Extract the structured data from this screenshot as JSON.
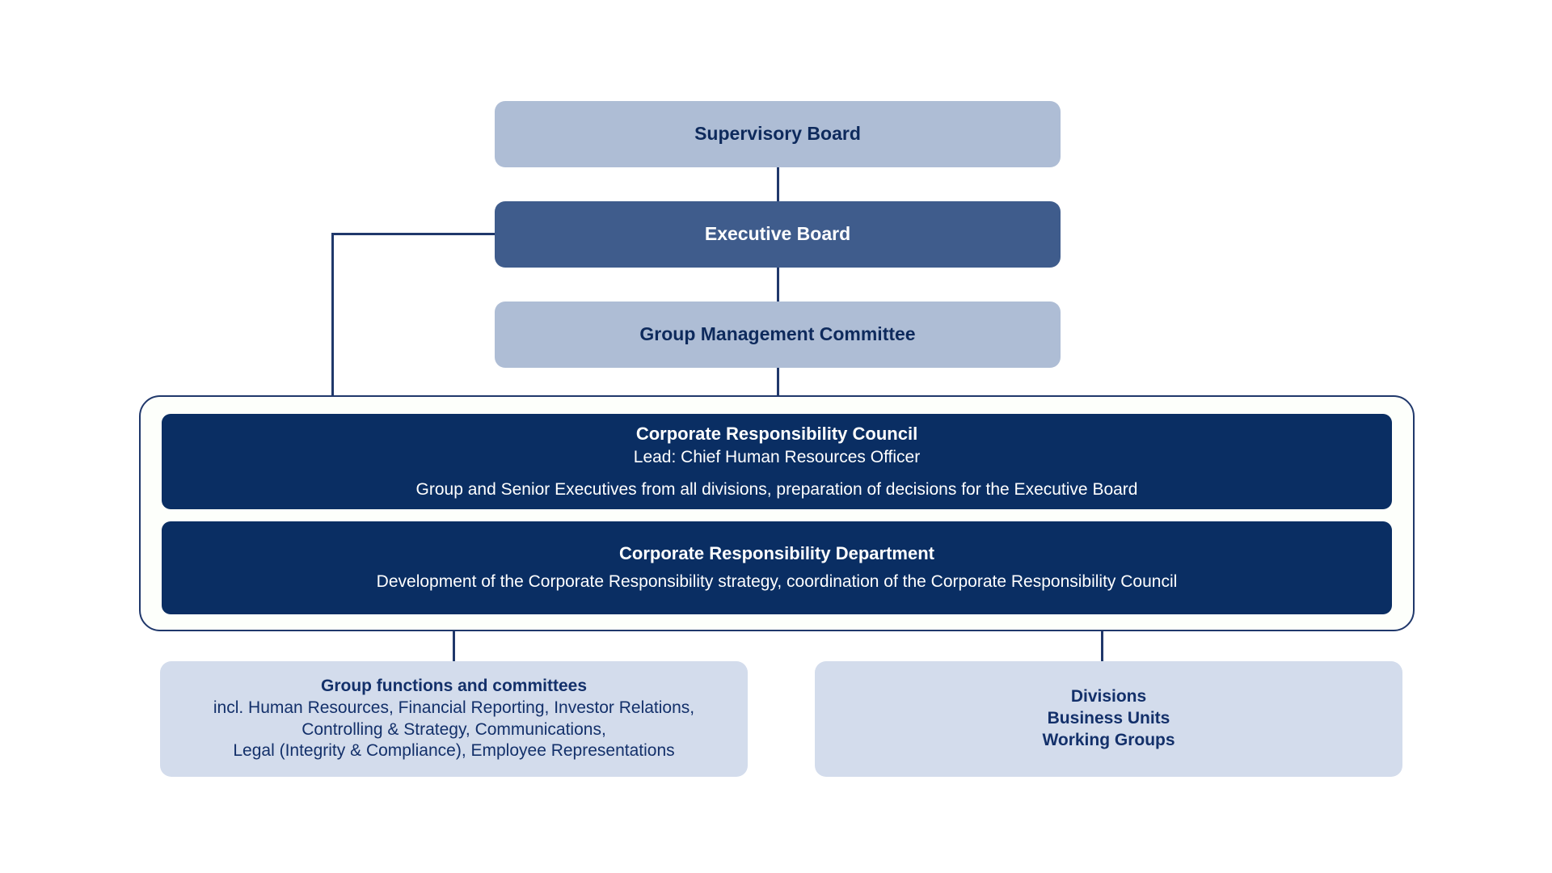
{
  "diagram": {
    "type": "org-chart",
    "title": "Corporate Responsibility organizational structure",
    "colors": {
      "pale_blue": "#aebdd5",
      "medium_blue": "#3f5c8c",
      "deep_navy": "#0a2e63",
      "light_lavender": "#d3dcec",
      "connector_navy": "#20386b",
      "navy_text": "#0e2a5c",
      "white_text": "#ffffff"
    },
    "nodes": {
      "supervisory_board": {
        "title": "Supervisory Board"
      },
      "executive_board": {
        "title": "Executive Board"
      },
      "group_management_committee": {
        "title": "Group Management Committee"
      },
      "cr_council": {
        "title": "Corporate Responsibility Council",
        "subtitle": "Lead: Chief Human Resources Officer",
        "description": "Group and Senior Executives from all divisions, preparation of decisions for the Executive Board"
      },
      "cr_department": {
        "title": "Corporate Responsibility Department",
        "description": "Development of the Corporate Responsibility strategy, coordination of the Corporate Responsibility Council"
      },
      "group_functions": {
        "title": "Group functions and committees",
        "lines": [
          "incl. Human Resources, Financial Reporting, Investor Relations,",
          "Controlling & Strategy, Communications,",
          "Legal (Integrity & Compliance), Employee Representations"
        ]
      },
      "divisions": {
        "lines": [
          "Divisions",
          "Business Units",
          "Working Groups"
        ]
      }
    }
  }
}
